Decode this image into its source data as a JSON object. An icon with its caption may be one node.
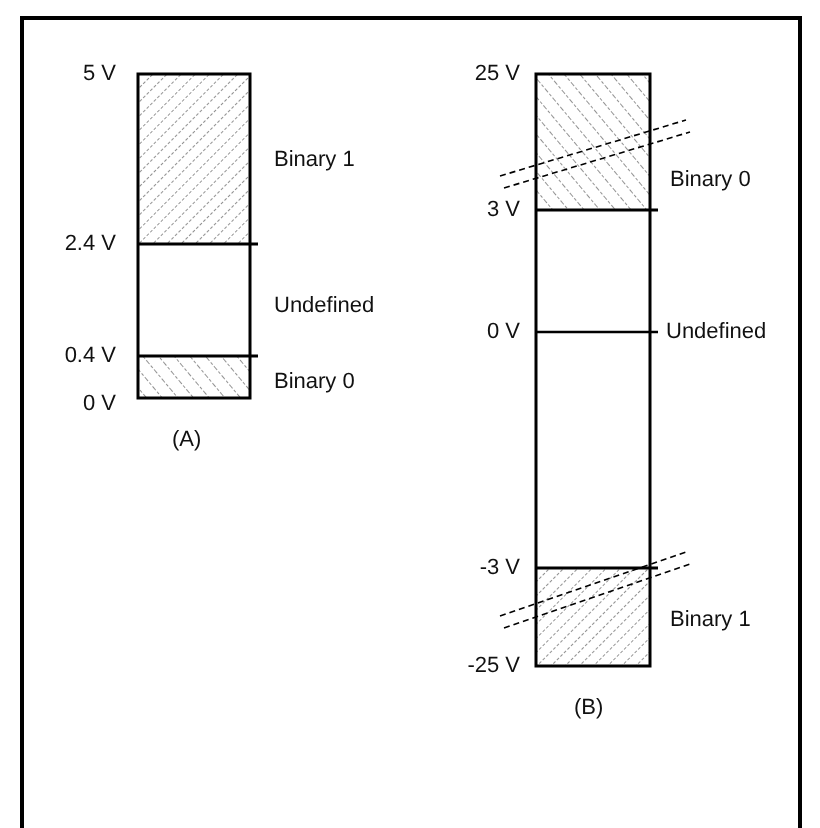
{
  "diagram": {
    "labels": [
      "5 V",
      "Binary 1",
      "2.4 V",
      "Undefined",
      "0.4 V",
      "Binary 0",
      "0 V",
      "(A)",
      "25 V",
      "Binary 0",
      "3 V",
      "0 V",
      "Undefined",
      "-3 V",
      "Binary 1",
      "-25 V",
      "(B)"
    ]
  }
}
